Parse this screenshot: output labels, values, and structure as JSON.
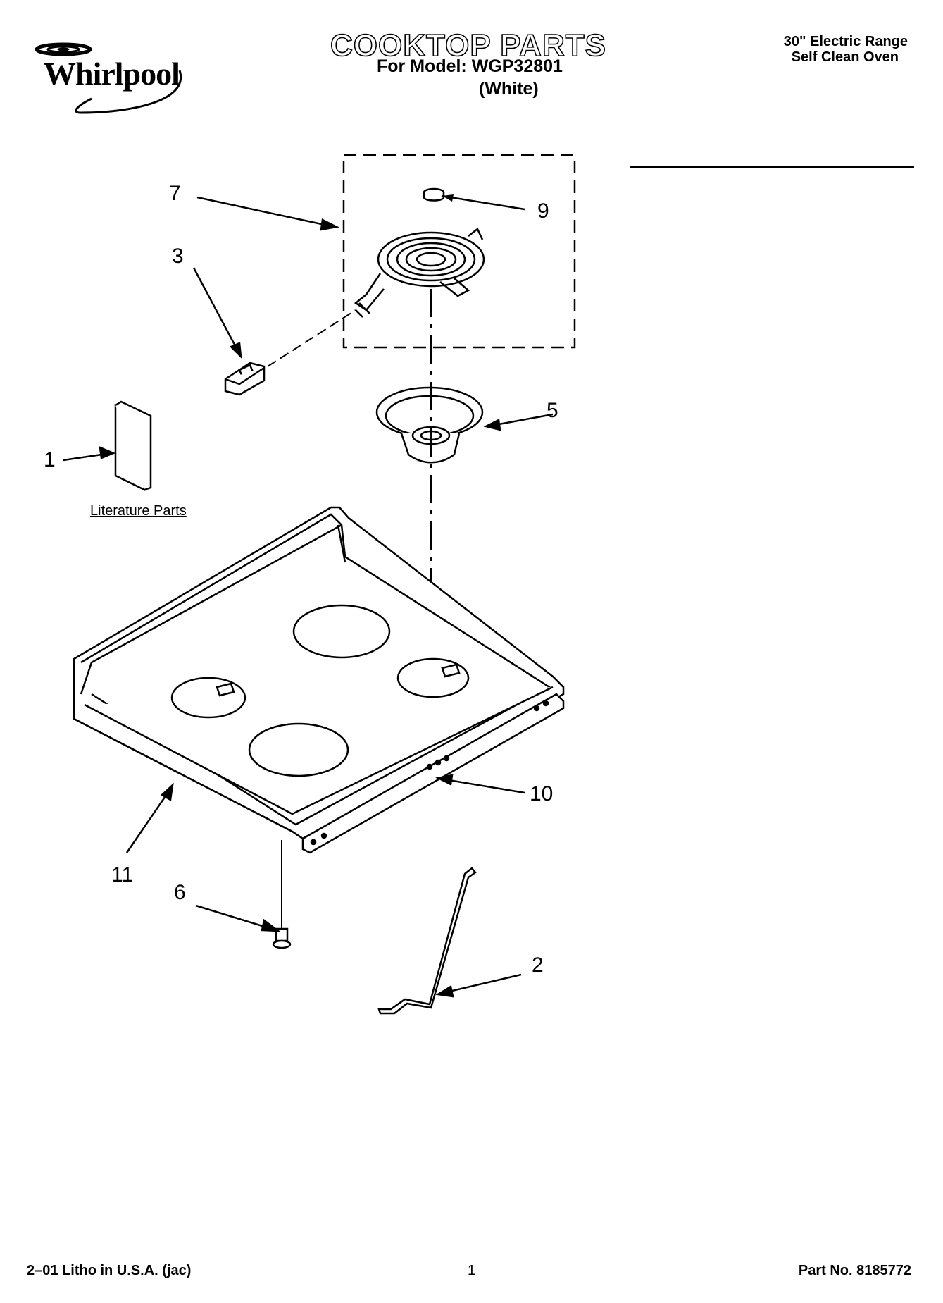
{
  "header": {
    "brand": "Whirlpool",
    "title": "COOKTOP PARTS",
    "model_line": "For Model: WGP32801",
    "color_line": "(White)",
    "spec_line_1": "30\" Electric Range",
    "spec_line_2": "Self Clean Oven"
  },
  "callouts": [
    "7",
    "3",
    "9",
    "5",
    "1",
    "10",
    "11",
    "6",
    "2"
  ],
  "literature_label": "Literature Parts",
  "footer": {
    "left": "2–01 Litho in U.S.A. (jac)",
    "center": "1",
    "right": "Part No. 8185772"
  },
  "icons": [
    "whirlpool-swirl-icon"
  ]
}
